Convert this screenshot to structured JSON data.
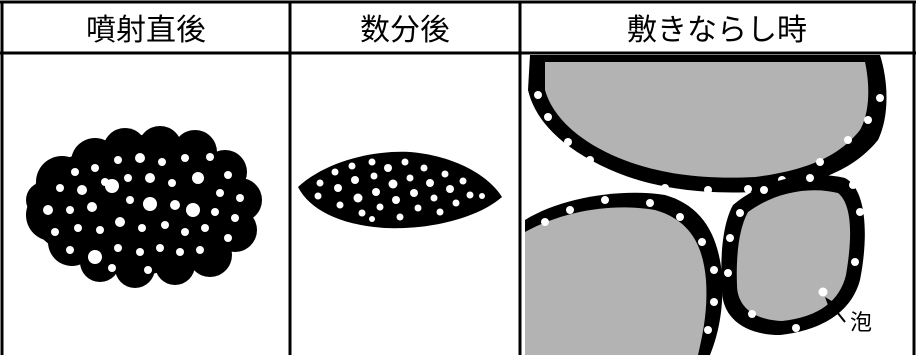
{
  "columns": [
    {
      "key": "immediately_after_spraying",
      "header": "噴射直後"
    },
    {
      "key": "after_several_minutes",
      "header": "数分後"
    },
    {
      "key": "during_spreading",
      "header": "敷きならし時"
    }
  ],
  "annotation": {
    "label": "泡"
  },
  "colors": {
    "ink": "#000000",
    "aggregate": "#b3b3b3",
    "bubble": "#ffffff",
    "background": "#ffffff"
  }
}
